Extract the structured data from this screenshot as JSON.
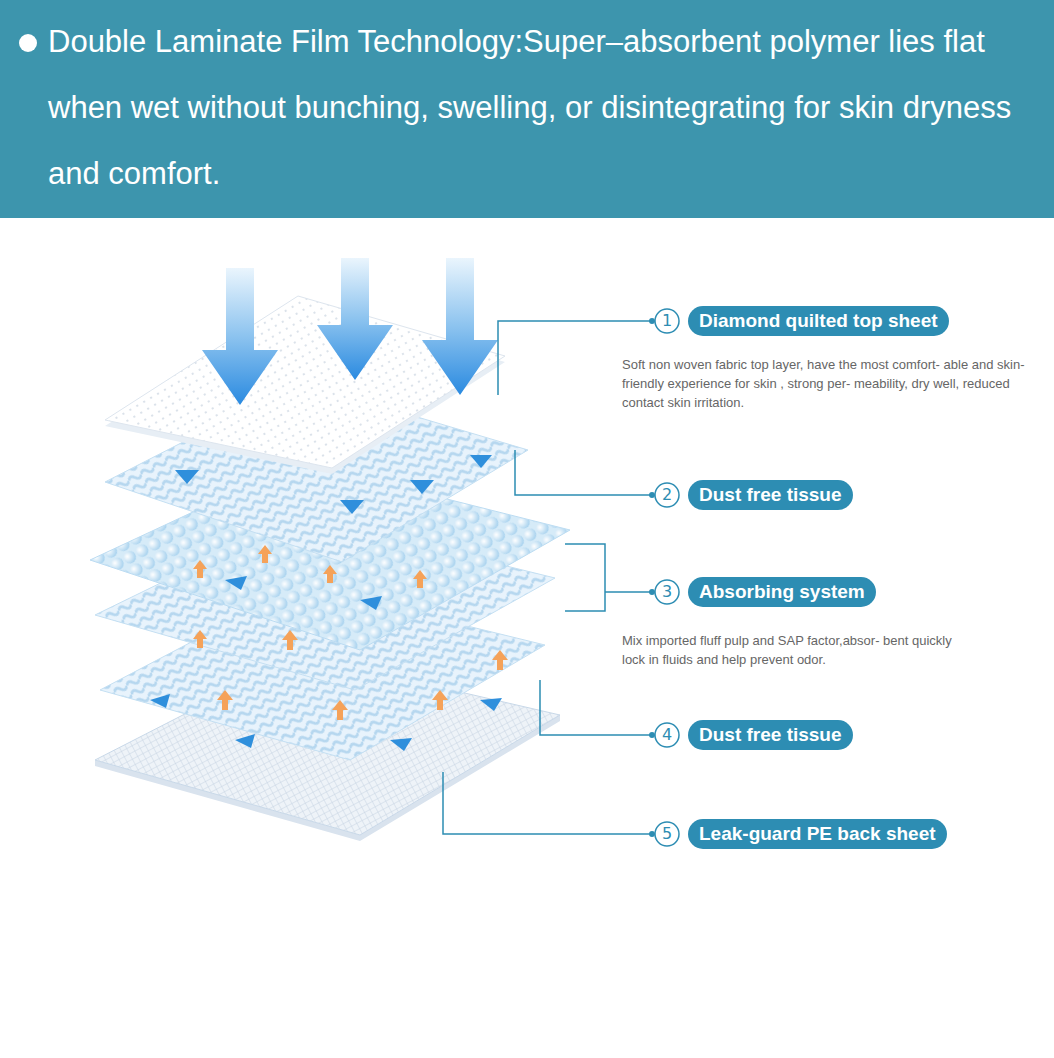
{
  "diagram": {
    "title": "Double Laminate Film Technology:Super–absorbent polymer lies flat when wet without bunching, swelling, or disintegrating for skin dryness and comfort.",
    "nodes": [
      {
        "text": [
          "Diamond quilted top sheet"
        ]
      },
      {
        "text": [
          "Dust free tissue"
        ]
      },
      {
        "text": [
          "Absorbing system"
        ]
      },
      {
        "text": [
          "Dust free tissue"
        ]
      },
      {
        "text": [
          "Leak-guard PE back sheet"
        ]
      }
    ],
    "labels": [
      "1",
      "Soft non woven fabric top layer, have the most comfort- able and skin-friendly experience for skin , strong per- meability, dry well, reduced contact skin irritation.",
      "2",
      "3",
      "Mix imported fluff pulp and SAP factor,absor- bent quickly lock in fluids and help prevent odor.",
      "4",
      "5"
    ]
  }
}
